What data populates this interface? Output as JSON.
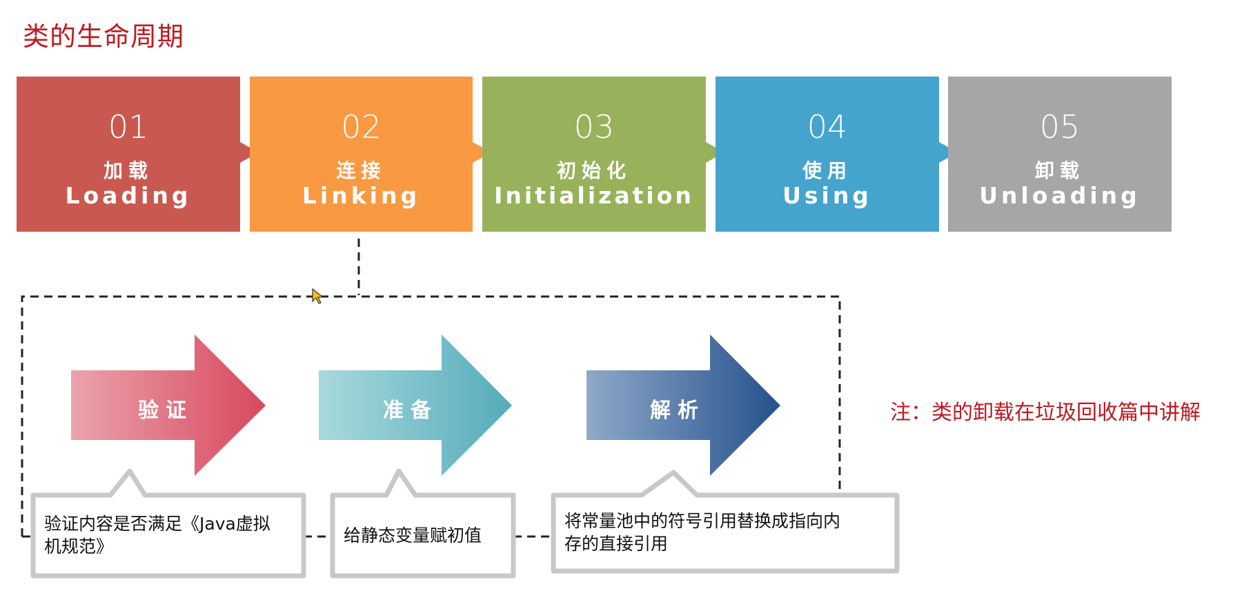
{
  "title": "类的生命周期",
  "stages": [
    {
      "num": "01",
      "cn": "加载",
      "en": "Loading",
      "color": "#c95950"
    },
    {
      "num": "02",
      "cn": "连接",
      "en": "Linking",
      "color": "#f99942"
    },
    {
      "num": "03",
      "cn": "初始化",
      "en": "Initialization",
      "color": "#97b25a"
    },
    {
      "num": "04",
      "cn": "使用",
      "en": "Using",
      "color": "#44a4cd"
    },
    {
      "num": "05",
      "cn": "卸载",
      "en": "Unloading",
      "color": "#a6a6a6"
    }
  ],
  "linking_steps": [
    {
      "label": "验证",
      "note": "验证内容是否满足《Java虚拟机规范》",
      "note_line1": "验证内容是否满足《Java虚拟",
      "note_line2": "机规范》",
      "gradient": [
        "#eaa3ad",
        "#d8485d"
      ]
    },
    {
      "label": "准备",
      "note": "给静态变量赋初值",
      "gradient": [
        "#a9d9dd",
        "#55abba"
      ]
    },
    {
      "label": "解析",
      "note": "将常量池中的符号引用替换成指向内存的直接引用",
      "note_line1": "将常量池中的符号引用替换成指向内",
      "note_line2": "存的直接引用",
      "gradient": [
        "#8fa9c9",
        "#24518c"
      ]
    }
  ],
  "remark": "注：类的卸载在垃圾回收篇中讲解"
}
